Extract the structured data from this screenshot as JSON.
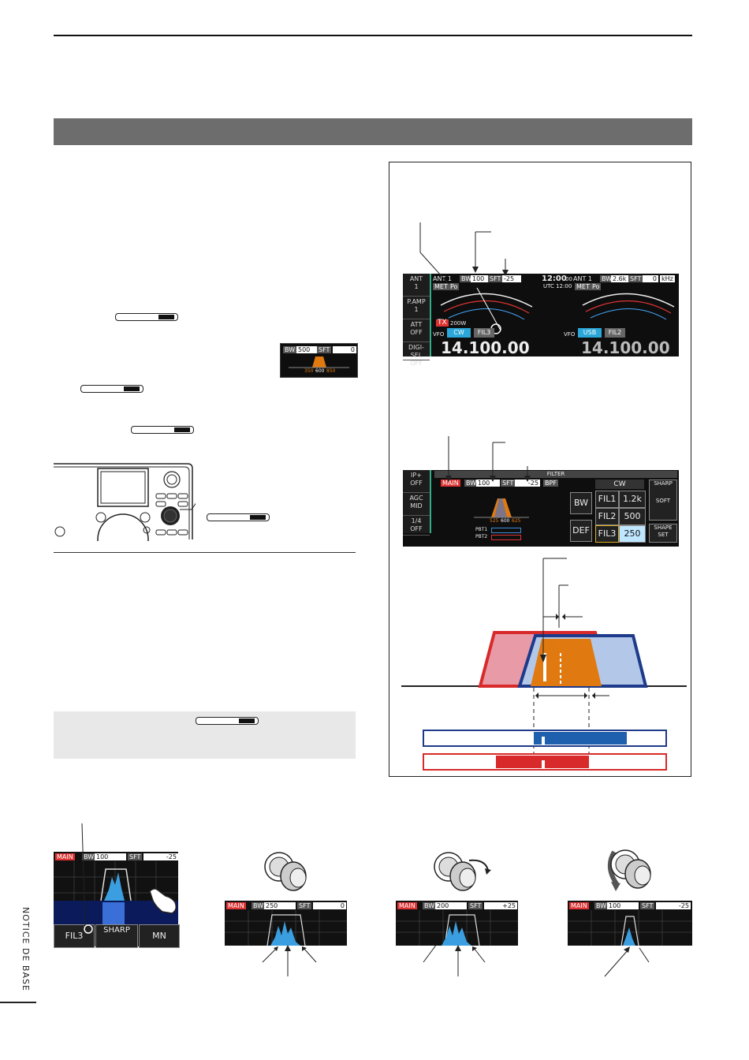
{
  "colors": {
    "banner": "#6d6d6d",
    "red": "#d82a2a",
    "blue": "#1e3a8a",
    "orange": "#e07a10",
    "lcd": "#0e0e0e"
  },
  "sidebar_label": "NOTICE DE BASE",
  "meter_display": {
    "ant": "ANT 1",
    "bw_label": "BW",
    "bw_val": "100",
    "sft_label": "SFT",
    "sft_val": "-25",
    "time": "12:00",
    "time_sec": "00",
    "utc": "UTC 12:00",
    "ant2": "ANT 1",
    "bw2_val": "2.6k",
    "sft2_val": "0",
    "khz": "kHz",
    "met": "MET",
    "po": "Po",
    "tx": "TX",
    "power": "200W",
    "vfo": "VFO",
    "mode": "CW",
    "fil": "FIL3",
    "mode2": "USB",
    "fil2": "FIL2",
    "freq": "14.100.00",
    "freq2": "14.100.00",
    "side": [
      "ANT\n1",
      "P.AMP\n1",
      "ATT\nOFF",
      "DIGI-SEL\nOFF"
    ]
  },
  "filter_display": {
    "title": "FILTER",
    "main": "MAIN",
    "bw_label": "BW",
    "bw_val": "100",
    "sft_label": "SFT",
    "sft_val": "-25",
    "bpf": "BPF",
    "side": [
      "IP+\nOFF",
      "AGC\nMID",
      "1/4\nOFF"
    ],
    "scale": [
      "525",
      "600",
      "625"
    ],
    "pbt1": "PBT1",
    "pbt2": "PBT2",
    "bw_btn": "BW",
    "def_btn": "DEF",
    "cw": "CW",
    "fils": [
      {
        "name": "FIL1",
        "val": "1.2k"
      },
      {
        "name": "FIL2",
        "val": "500"
      },
      {
        "name": "FIL3",
        "val": "250"
      }
    ],
    "sharp": "SHARP",
    "soft": "SOFT",
    "shape": "SHAPE\nSET"
  },
  "small_filter": {
    "bw_label": "BW",
    "bw_val": "500",
    "sft_label": "SFT",
    "sft_val": "0",
    "scale": [
      "350",
      "600",
      "850"
    ]
  },
  "bottom": {
    "panel1": {
      "main": "MAIN",
      "bw_label": "BW",
      "bw_val": "100",
      "sft_label": "SFT",
      "sft_val": "-25",
      "btn1": "FIL3",
      "btn2": "SHARP",
      "btn3": "MN"
    },
    "panel2": {
      "main": "MAIN",
      "bw_label": "BW",
      "bw_val": "250",
      "sft_label": "SFT",
      "sft_val": "0"
    },
    "panel3": {
      "main": "MAIN",
      "bw_label": "BW",
      "bw_val": "200",
      "sft_label": "SFT",
      "sft_val": "+25"
    },
    "panel4": {
      "main": "MAIN",
      "bw_label": "BW",
      "bw_val": "100",
      "sft_label": "SFT",
      "sft_val": "-25"
    }
  }
}
